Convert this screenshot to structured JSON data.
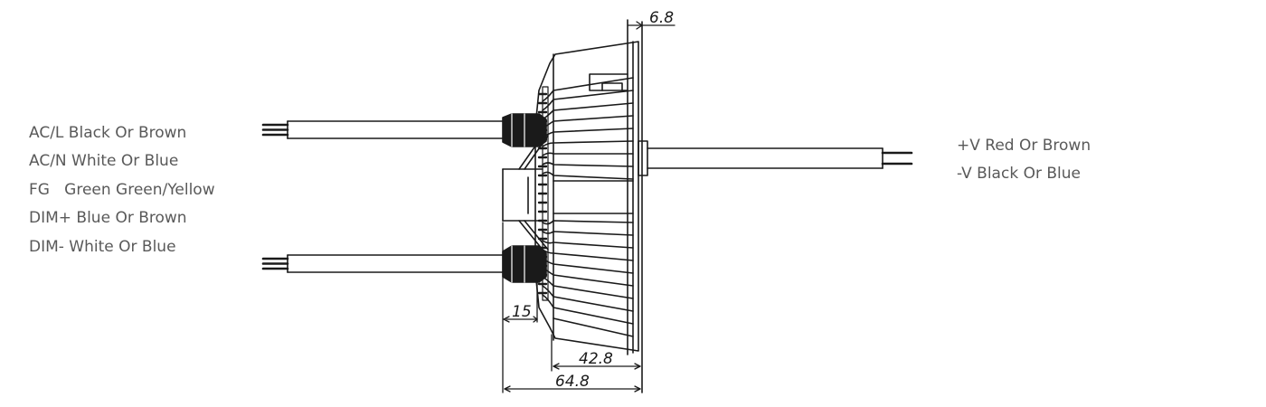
{
  "input_wires": [
    "AC/L Black Or Brown",
    "AC/N White Or Blue",
    "FG   Green Green/Yellow",
    "DIM+ Blue Or Brown",
    "DIM- White Or Blue"
  ],
  "output_wires": [
    "+V Red Or Brown",
    "-V Black Or Blue"
  ],
  "dimensions": {
    "top_offset": "6.8",
    "gland": "15",
    "body_depth": "42.8",
    "total_depth": "64.8"
  },
  "colors": {
    "label_text": "#595959",
    "line": "#1a1a1a"
  }
}
